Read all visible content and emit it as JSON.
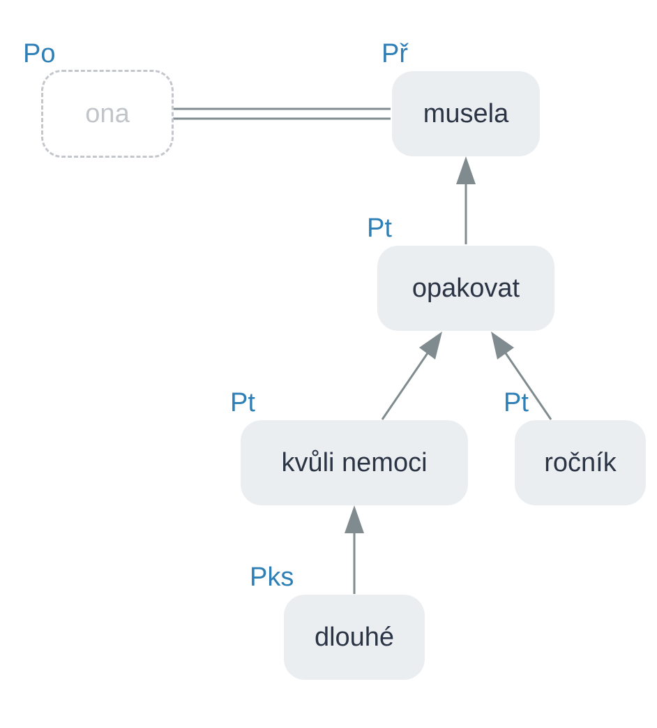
{
  "nodes": {
    "ona": {
      "text": "ona",
      "role": "Po"
    },
    "musela": {
      "text": "musela",
      "role": "Př"
    },
    "opakovat": {
      "text": "opakovat",
      "role": "Pt"
    },
    "kvuli_nemoci": {
      "text": "kvůli nemoci",
      "role": "Pt"
    },
    "rocnik": {
      "text": "ročník",
      "role": "Pt"
    },
    "dlouhe": {
      "text": "dlouhé",
      "role": "Pks"
    }
  },
  "edges": [
    {
      "from": "ona",
      "to": "musela",
      "style": "double-line"
    },
    {
      "from": "opakovat",
      "to": "musela",
      "style": "arrow"
    },
    {
      "from": "kvuli_nemoci",
      "to": "opakovat",
      "style": "arrow"
    },
    {
      "from": "rocnik",
      "to": "opakovat",
      "style": "arrow"
    },
    {
      "from": "dlouhe",
      "to": "kvuli_nemoci",
      "style": "arrow"
    }
  ],
  "colors": {
    "node_fill": "#ebeef0",
    "node_text": "#2b3445",
    "ghost_text": "#c1c5c9",
    "ghost_border": "#c3c7cb",
    "role_label": "#2f7fb7",
    "edge": "#7f8b8f"
  }
}
